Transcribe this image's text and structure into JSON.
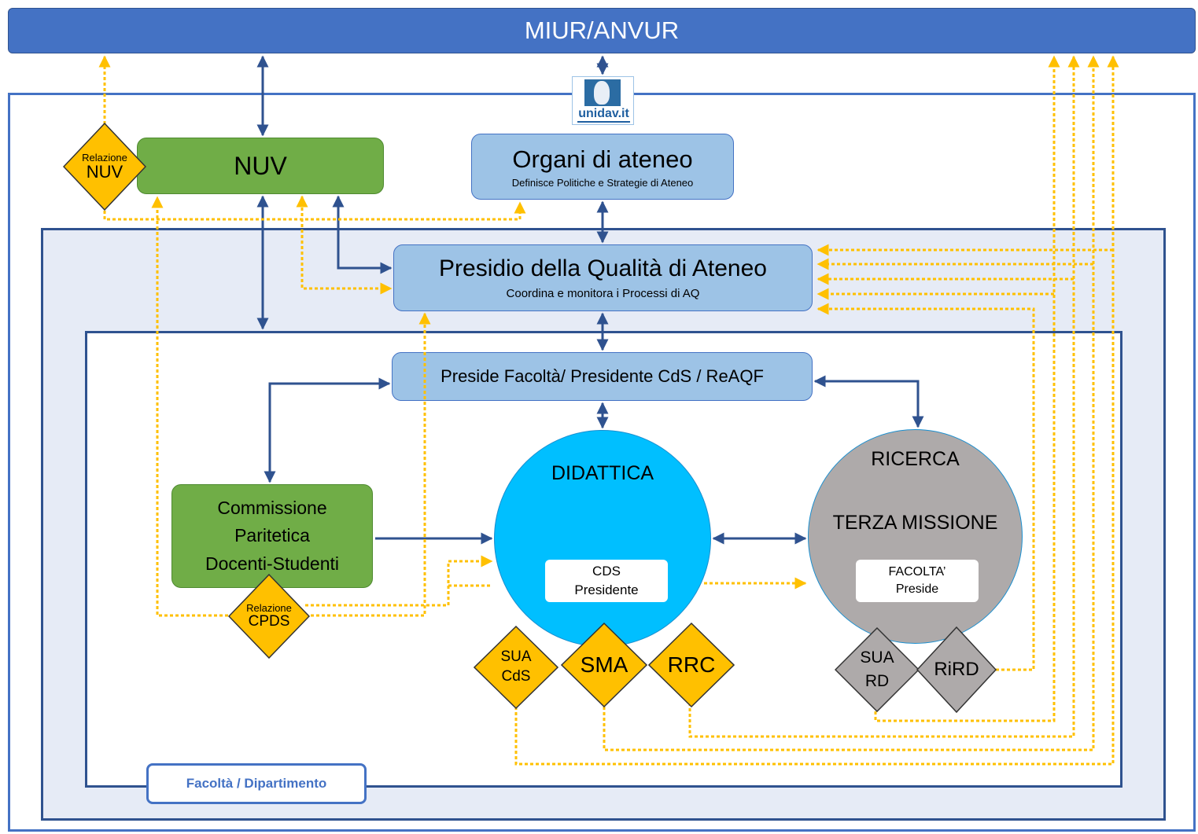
{
  "header": {
    "title": "MIUR/ANVUR"
  },
  "logo": {
    "text": "unidav.it"
  },
  "nodes": {
    "nuv": {
      "title": "NUV"
    },
    "organi": {
      "title": "Organi di ateneo",
      "subtitle": "Definisce Politiche e Strategie di Ateneo"
    },
    "presidio": {
      "title": "Presidio della Qualità di Ateneo",
      "subtitle": "Coordina e monitora i Processi di AQ"
    },
    "preside": {
      "title": "Preside Facoltà/ Presidente CdS / ReAQF"
    },
    "commissione": {
      "line1": "Commissione",
      "line2": "Paritetica",
      "line3": "Docenti-Studenti"
    },
    "didattica": {
      "title": "DIDATTICA",
      "label1": "CDS",
      "label2": "Presidente"
    },
    "ricerca": {
      "title": "RICERCA",
      "title2": "TERZA MISSIONE",
      "label1": "FACOLTA’",
      "label2": "Preside"
    }
  },
  "diamonds": {
    "relazione_nuv": {
      "small": "Relazione",
      "big": "NUV"
    },
    "relazione_cpds": {
      "small": "Relazione",
      "big": "CPDS"
    },
    "sua_cds": {
      "line1": "SUA",
      "line2": "CdS"
    },
    "sma": {
      "text": "SMA"
    },
    "rrc": {
      "text": "RRC"
    },
    "sua_rd": {
      "line1": "SUA",
      "line2": "RD"
    },
    "rird": {
      "text": "RiRD"
    }
  },
  "footer_tag": {
    "text": "Facoltà / Dipartimento"
  },
  "colors": {
    "header": "#4472c4",
    "green": "#70ad47",
    "light_blue": "#9dc3e6",
    "cyan": "#00bfff",
    "gray": "#aeaaaa",
    "yellow": "#ffc000",
    "arrow_dark": "#2f528f",
    "dotted": "#ffc000"
  }
}
